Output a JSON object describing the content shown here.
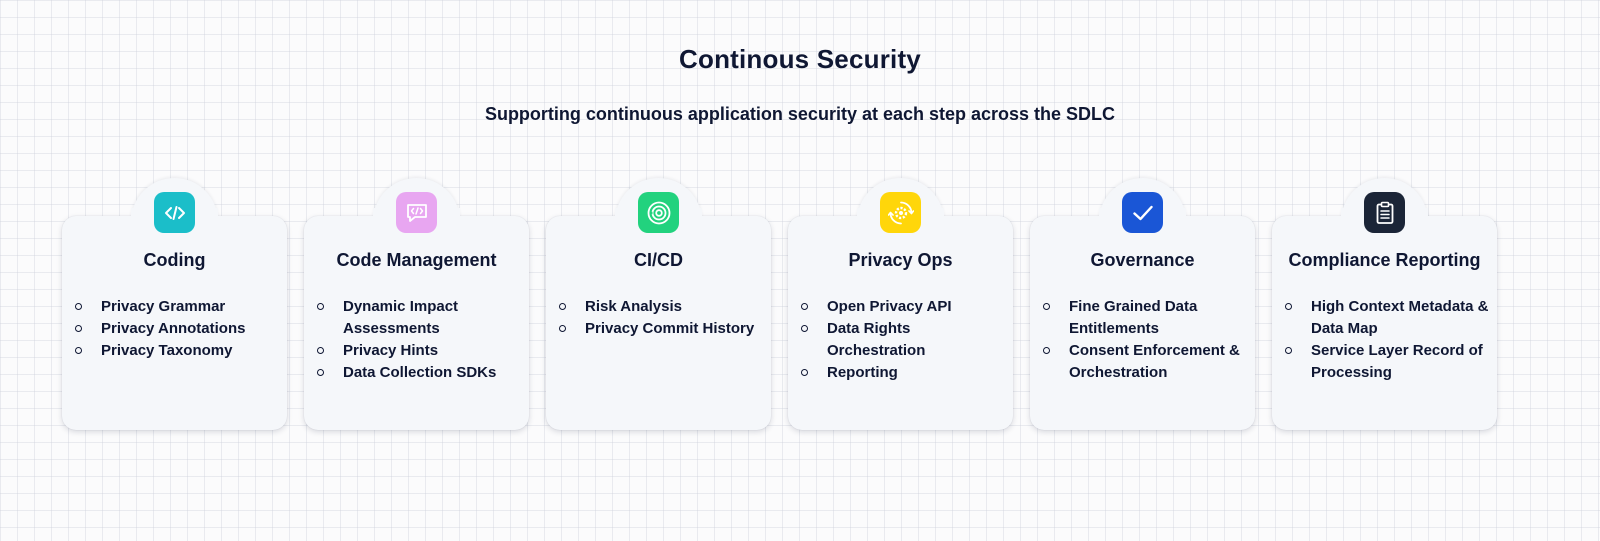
{
  "header": {
    "title": "Continous Security",
    "subtitle": "Supporting continuous application security at each step across the SDLC"
  },
  "colors": {
    "text": "#0f1733",
    "card_background": "#f5f7fa",
    "coding_icon_bg": "#1bbec9",
    "code_management_icon_bg": "#e8a6f1",
    "cicd_icon_bg": "#22d27e",
    "privacy_ops_icon_bg": "#ffd60a",
    "governance_icon_bg": "#1a56d6",
    "compliance_icon_bg": "#1b2537"
  },
  "steps": [
    {
      "title": "Coding",
      "icon": "code-brackets-icon",
      "items": [
        "Privacy Grammar",
        "Privacy Annotations",
        "Privacy Taxonomy"
      ]
    },
    {
      "title": "Code Management",
      "icon": "code-chat-bubble-icon",
      "items": [
        "Dynamic Impact Assessments",
        "Privacy Hints",
        "Data Collection SDKs"
      ]
    },
    {
      "title": "CI/CD",
      "icon": "concentric-target-icon",
      "items": [
        "Risk Analysis",
        "Privacy Commit History"
      ]
    },
    {
      "title": "Privacy Ops",
      "icon": "gear-cycle-icon",
      "items": [
        "Open Privacy API",
        "Data Rights Orchestration",
        "Reporting"
      ]
    },
    {
      "title": "Governance",
      "icon": "checkmark-icon",
      "items": [
        "Fine Grained Data Entitlements",
        "Consent Enforcement & Orchestration"
      ]
    },
    {
      "title": "Compliance Reporting",
      "icon": "clipboard-icon",
      "items": [
        "High Context Metadata & Data Map",
        "Service Layer Record of Processing"
      ]
    }
  ]
}
